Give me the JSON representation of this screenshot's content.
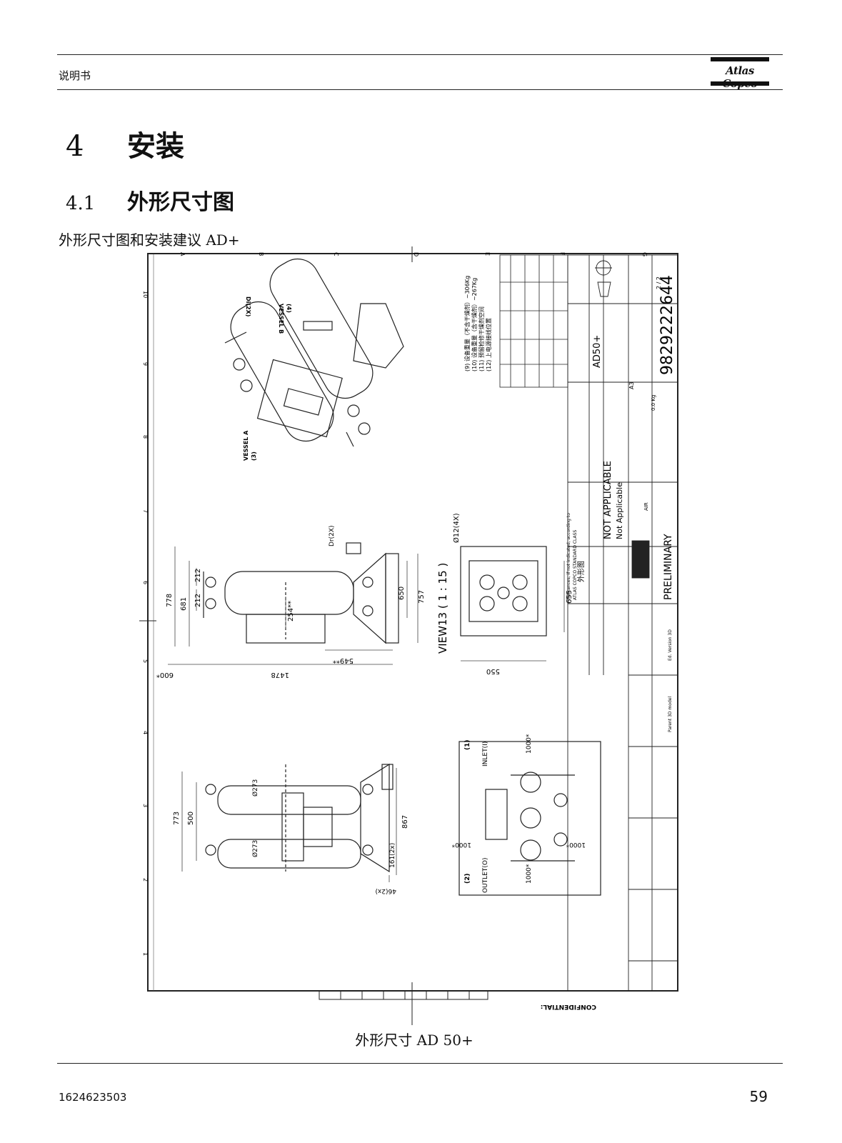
{
  "header": {
    "label": "说明书",
    "brand": "Atlas Copco"
  },
  "chapter": {
    "number": "4",
    "title": "安装"
  },
  "section": {
    "number": "4.1",
    "title": "外形尺寸图"
  },
  "subtitle": "外形尺寸图和安装建议 AD+",
  "drawing": {
    "dims": {
      "d778": "778",
      "d681": "681",
      "d212a": "212",
      "d212b": "212",
      "d254": "254**",
      "d650": "650",
      "d757": "757",
      "d549": "549**",
      "d1478": "1478",
      "d600": "600*",
      "d550": "550",
      "d655": "655",
      "d773": "773",
      "d500": "500",
      "d273a": "Ø273",
      "d273b": "Ø273",
      "d867": "867",
      "d161": "161(2x)",
      "d46": "46(2x)",
      "d1000a": "1000*",
      "d1000b": "1000*",
      "d1000c": "1000*",
      "d1000d": "1000*"
    },
    "labels": {
      "dr": "Dr(2X)",
      "di": "Di(2X)",
      "view": "VIEW13 ( 1 : 15 )",
      "hole": "Ø12(4X)",
      "vesselA": "VESSEL A",
      "vesselA_num": "(3)",
      "vesselB": "VESSEL B",
      "vesselB_num": "(4)",
      "inlet": "INLET(I)",
      "inlet_num": "(1)",
      "outlet": "OUTLET(O)",
      "outlet_num": "(2)"
    },
    "notes": {
      "n9": "(9) 设备重量（不含干燥剂）~306Kg",
      "n10": "(10) 设备重量（含干燥剂）~267Kg",
      "n11": "(11) 预留检修干燥剂空间",
      "n12": "(12) 上电源接线位置"
    },
    "title_block": {
      "model": "AD50+",
      "drawing_no": "9829222644",
      "sheet": "2 / 2",
      "status": "PRELIMINARY",
      "name_cn": "外形图",
      "material": "NOT APPLICABLE",
      "treatment": "Not Applicable",
      "tolerances": "Tolerances, if not indicated, according to",
      "standard": "ATLAS COPCO STANDARD CLASS",
      "weight": "0.0 Kg",
      "scale_val": "A3",
      "drawn_by": "AIR",
      "ed_version": "Ed. Version 3D",
      "parent": "Parent 3D model",
      "confidential": "CONFIDENTIAL:"
    },
    "border": {
      "rows": [
        "A",
        "B",
        "C",
        "D",
        "E",
        "F",
        "G"
      ],
      "cols": [
        "10",
        "9",
        "8",
        "7",
        "6",
        "5",
        "4",
        "3",
        "2",
        "1"
      ]
    }
  },
  "caption": "外形尺寸 AD 50+",
  "footer": {
    "doc_number": "1624623503",
    "page": "59"
  }
}
